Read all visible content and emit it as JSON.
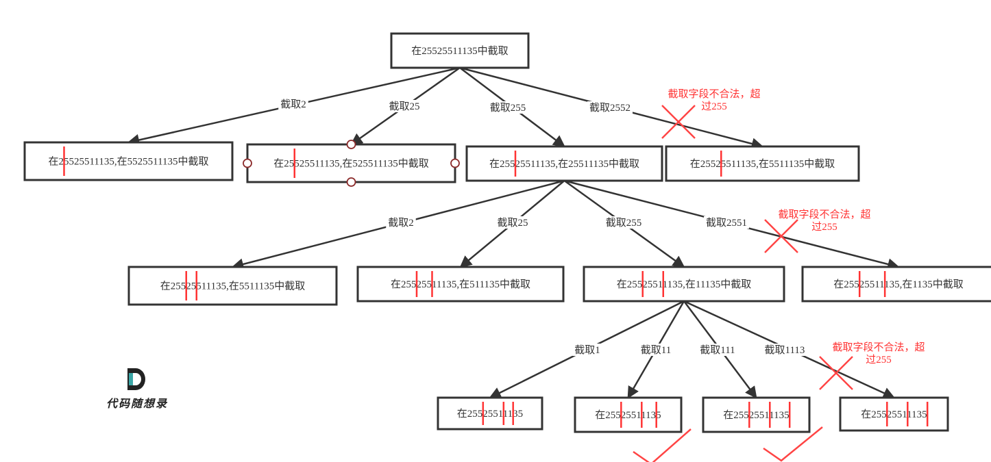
{
  "diagram": {
    "title": "IP address segmentation backtracking tree",
    "colors": {
      "box_stroke": "#333333",
      "text": "#333333",
      "cut_mark": "#ff3333",
      "note": "#ff3333",
      "handle": "#8b2a2a",
      "logo_accent": "#3aa6a6"
    },
    "nodes": [
      {
        "id": "root",
        "level": 0,
        "text": "在25525511135中截取",
        "cuts": []
      },
      {
        "id": "n1a",
        "level": 1,
        "text": "在2 5525511135,在5525511135中截取",
        "cuts": [
          2
        ]
      },
      {
        "id": "n1b",
        "level": 1,
        "text": "在25 525511135,在525511135中截取",
        "cuts": [
          3
        ],
        "selected": true
      },
      {
        "id": "n1c",
        "level": 1,
        "text": "在255 25511135,在25511135中截取",
        "cuts": [
          4
        ]
      },
      {
        "id": "n1d",
        "level": 1,
        "text": "在2552 5511135,在5511135中截取",
        "cuts": [
          5
        ]
      },
      {
        "id": "n2a",
        "level": 2,
        "text": "在255 2 5511135,在5511135中截取",
        "cuts": [
          4,
          6
        ]
      },
      {
        "id": "n2b",
        "level": 2,
        "text": "在255 25 511135,在511135中截取",
        "cuts": [
          4,
          7
        ]
      },
      {
        "id": "n2c",
        "level": 2,
        "text": "在255 255 11135,在11135中截取",
        "cuts": [
          4,
          8
        ]
      },
      {
        "id": "n2d",
        "level": 2,
        "text": "在255 2551 1135,在1135中截取",
        "cuts": [
          4,
          9
        ]
      },
      {
        "id": "n3a",
        "level": 3,
        "text": "在255 255 1 1135",
        "cuts": [
          4,
          8,
          10
        ]
      },
      {
        "id": "n3b",
        "level": 3,
        "text": "在255 255 11 135",
        "cuts": [
          4,
          8,
          11
        ]
      },
      {
        "id": "n3c",
        "level": 3,
        "text": "在255 255 111 35",
        "cuts": [
          4,
          8,
          12
        ]
      },
      {
        "id": "n3d",
        "level": 3,
        "text": "在255 255 1113 5",
        "cuts": [
          4,
          8,
          13
        ]
      }
    ],
    "edges": [
      {
        "from": "root",
        "to": "n1a",
        "label": "截取2",
        "invalid": false
      },
      {
        "from": "root",
        "to": "n1b",
        "label": "截取25",
        "invalid": false
      },
      {
        "from": "root",
        "to": "n1c",
        "label": "截取255",
        "invalid": false
      },
      {
        "from": "root",
        "to": "n1d",
        "label": "截取2552",
        "invalid": true
      },
      {
        "from": "n1c",
        "to": "n2a",
        "label": "截取2",
        "invalid": false
      },
      {
        "from": "n1c",
        "to": "n2b",
        "label": "截取25",
        "invalid": false
      },
      {
        "from": "n1c",
        "to": "n2c",
        "label": "截取255",
        "invalid": false
      },
      {
        "from": "n1c",
        "to": "n2d",
        "label": "截取2551",
        "invalid": true
      },
      {
        "from": "n2c",
        "to": "n3a",
        "label": "截取1",
        "invalid": false
      },
      {
        "from": "n2c",
        "to": "n3b",
        "label": "截取11",
        "invalid": false
      },
      {
        "from": "n2c",
        "to": "n3c",
        "label": "截取111",
        "invalid": false
      },
      {
        "from": "n2c",
        "to": "n3d",
        "label": "截取1113",
        "invalid": true
      }
    ],
    "notes": [
      {
        "id": "note1",
        "line1": "截取字段不合法，超",
        "line2": "过255"
      },
      {
        "id": "note2",
        "line1": "截取字段不合法，超",
        "line2": "过255"
      },
      {
        "id": "note3",
        "line1": "截取字段不合法，超",
        "line2": "过255"
      }
    ],
    "valid_results": [
      "n3b",
      "n3c"
    ]
  },
  "logo": {
    "letter": "D",
    "text": "代码随想录"
  }
}
